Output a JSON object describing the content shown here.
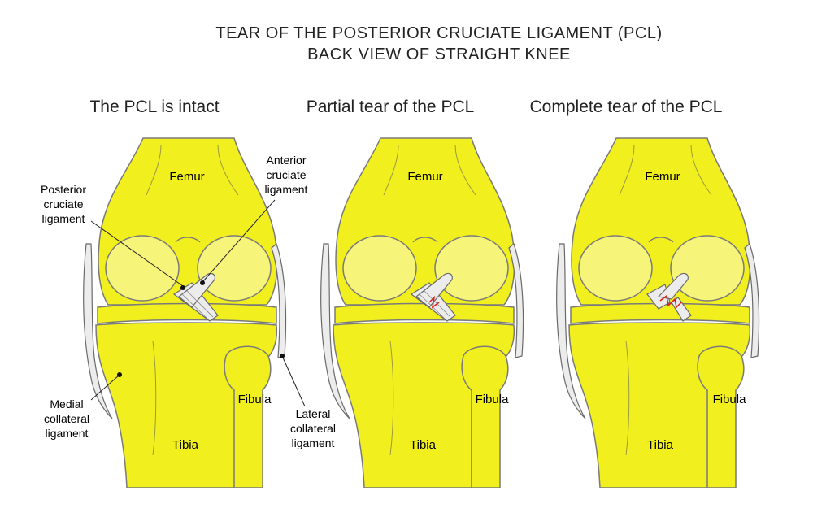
{
  "title": {
    "line1": "TEAR OF THE POSTERIOR CRUCIATE LIGAMENT (PCL)",
    "line2": "BACK VIEW OF STRAIGHT KNEE"
  },
  "panels": [
    {
      "title": "The PCL is intact",
      "femur": "Femur",
      "tibia": "Tibia",
      "fibula": "Fibula"
    },
    {
      "title": "Partial tear of the PCL",
      "femur": "Femur",
      "tibia": "Tibia",
      "fibula": "Fibula"
    },
    {
      "title": "Complete tear of the PCL",
      "femur": "Femur",
      "tibia": "Tibia",
      "fibula": "Fibula"
    }
  ],
  "labels": {
    "pcl": [
      "Posterior",
      "cruciate",
      "ligament"
    ],
    "acl": [
      "Anterior",
      "cruciate",
      "ligament"
    ],
    "mcl": [
      "Medial",
      "collateral",
      "ligament"
    ],
    "lcl": [
      "Lateral",
      "collateral",
      "ligament"
    ]
  },
  "stock_id": "#240086586",
  "colors": {
    "bone": "#f2ef1e",
    "bone_outline": "#7a7a7a",
    "condyle": "#f7f47a",
    "ligament": "#ececec",
    "tear": "#e21b1b"
  }
}
